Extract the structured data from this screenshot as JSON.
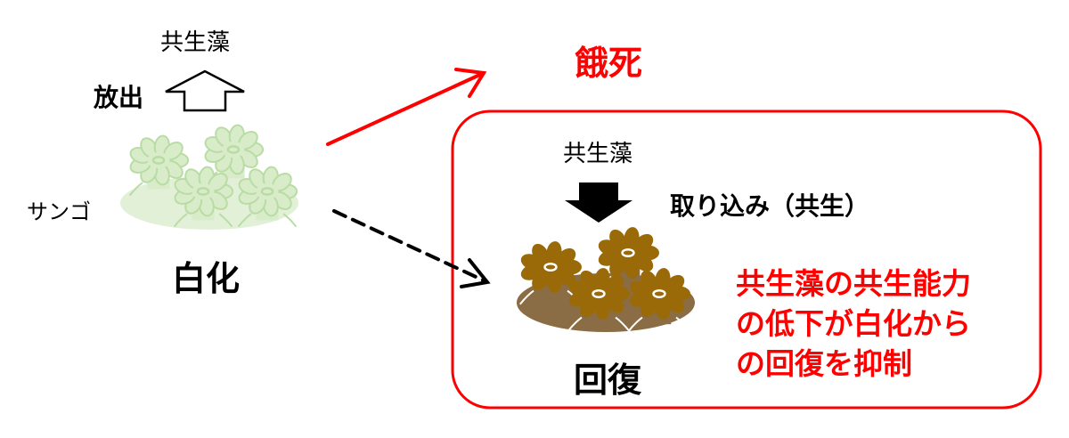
{
  "left": {
    "algae_label": "共生藻",
    "release_label": "放出",
    "coral_label": "サンゴ",
    "bleaching_label": "白化"
  },
  "starvation_label": "餓死",
  "recovery_box": {
    "algae_label": "共生藻",
    "uptake_label": "取り込み（共生）",
    "recovery_label": "回復",
    "note_lines": [
      "共生藻の共生能力",
      "の低下が白化から",
      "の回復を抑制"
    ]
  },
  "colors": {
    "red": "#ff0000",
    "bleached_coral": "#d9ecc9",
    "bleached_outline": "#b9dca5",
    "healthy_coral": "#9a6a08",
    "healthy_base": "#8b6d45"
  }
}
